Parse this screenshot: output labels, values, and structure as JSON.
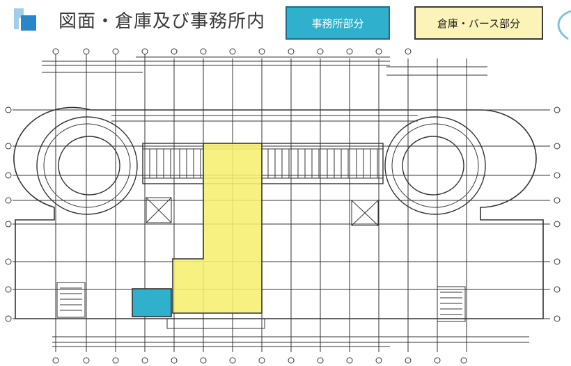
{
  "title": "図面・倉庫及び事務所内",
  "legend": {
    "office_label": "事務所部分",
    "warehouse_label": "倉庫・バース部分"
  },
  "colors": {
    "title_icon": "#2a86c8",
    "title_icon_light": "#9fcfe8",
    "office_fill": "#2fb0cc",
    "warehouse_fill": "#f6ef6f",
    "line": "#333333"
  }
}
